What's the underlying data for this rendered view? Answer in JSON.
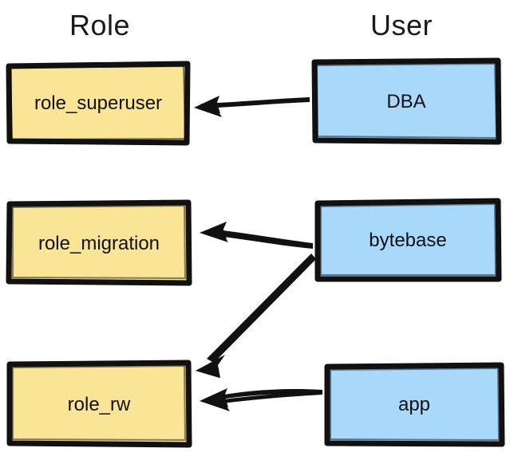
{
  "diagram": {
    "title_role": "Role",
    "title_user": "User",
    "colors": {
      "role_fill": "#fae496",
      "user_fill": "#a8d8fa",
      "stroke": "#111111",
      "background": "#ffffff",
      "text": "#111111"
    },
    "nodes": [
      {
        "id": "role_superuser",
        "label": "role_superuser",
        "column": "Role",
        "kind": "role"
      },
      {
        "id": "role_migration",
        "label": "role_migration",
        "column": "Role",
        "kind": "role"
      },
      {
        "id": "role_rw",
        "label": "role_rw",
        "column": "Role",
        "kind": "role"
      },
      {
        "id": "dba",
        "label": "DBA",
        "column": "User",
        "kind": "user"
      },
      {
        "id": "bytebase",
        "label": "bytebase",
        "column": "User",
        "kind": "user"
      },
      {
        "id": "app",
        "label": "app",
        "column": "User",
        "kind": "user"
      }
    ],
    "edges": [
      {
        "from": "dba",
        "to": "role_superuser",
        "style": "solid-arrow"
      },
      {
        "from": "bytebase",
        "to": "role_migration",
        "style": "solid-arrow"
      },
      {
        "from": "bytebase",
        "to": "role_rw",
        "style": "solid-arrow"
      },
      {
        "from": "app",
        "to": "role_rw",
        "style": "solid-arrow"
      }
    ]
  }
}
